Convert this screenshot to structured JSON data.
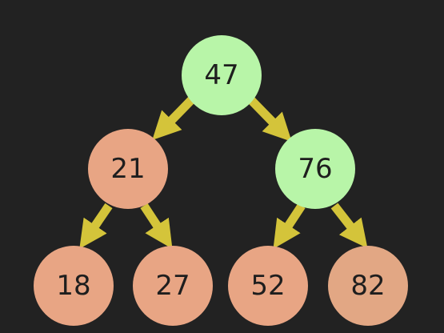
{
  "colors": {
    "background": "#222222",
    "arrow": "#d4c43a",
    "highlight": "#b8f5a8",
    "default": "#e8a584",
    "text": "#1e1e1e"
  },
  "tree": {
    "root": {
      "value": "47",
      "highlight": true
    },
    "level2": [
      {
        "value": "21",
        "highlight": false
      },
      {
        "value": "76",
        "highlight": true
      }
    ],
    "level3": [
      {
        "value": "18",
        "highlight": false
      },
      {
        "value": "27",
        "highlight": false
      },
      {
        "value": "52",
        "highlight": false
      },
      {
        "value": "82",
        "highlight": false
      }
    ]
  }
}
